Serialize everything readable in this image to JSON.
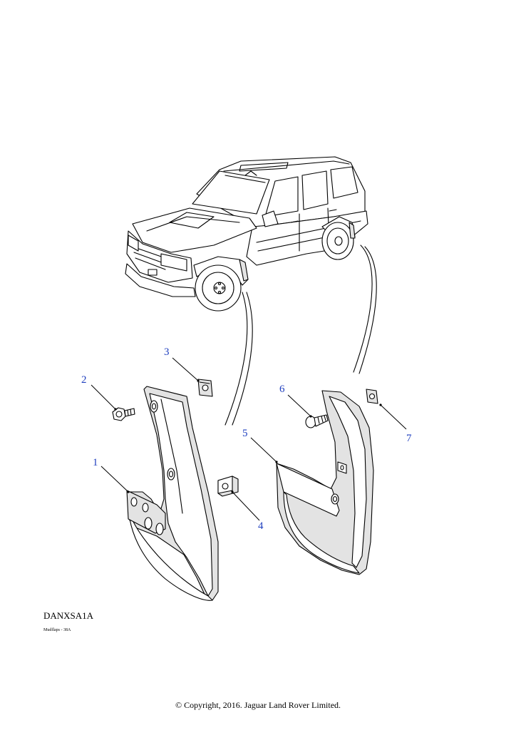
{
  "diagram": {
    "code": "DANXSA1A",
    "subtitle": "Mudflaps - 38A",
    "copyright": "© Copyright, 2016. Jaguar Land Rover Limited.",
    "callouts": [
      "1",
      "2",
      "3",
      "4",
      "5",
      "6",
      "7"
    ],
    "callout_color": "#1f3fbf"
  }
}
